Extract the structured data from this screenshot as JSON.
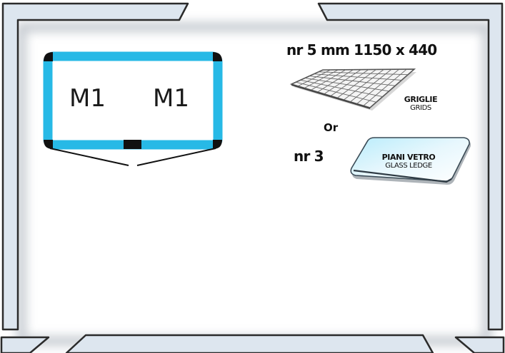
{
  "shelf_diagram": {
    "left_label": "M1",
    "right_label": "M1"
  },
  "grid_option": {
    "quantity_spec": "nr 5 mm 1150 x 440",
    "label_it": "GRIGLIE",
    "label_en": "GRIDS"
  },
  "separator": "Or",
  "glass_option": {
    "quantity_spec": "nr 3",
    "label_it": "PIANI VETRO",
    "label_en": "GLASS LEDGE"
  },
  "colors": {
    "shelf_blue": "#27b9e6",
    "frame_fill": "#dde6ef",
    "frame_stroke": "#2b2b2b"
  }
}
